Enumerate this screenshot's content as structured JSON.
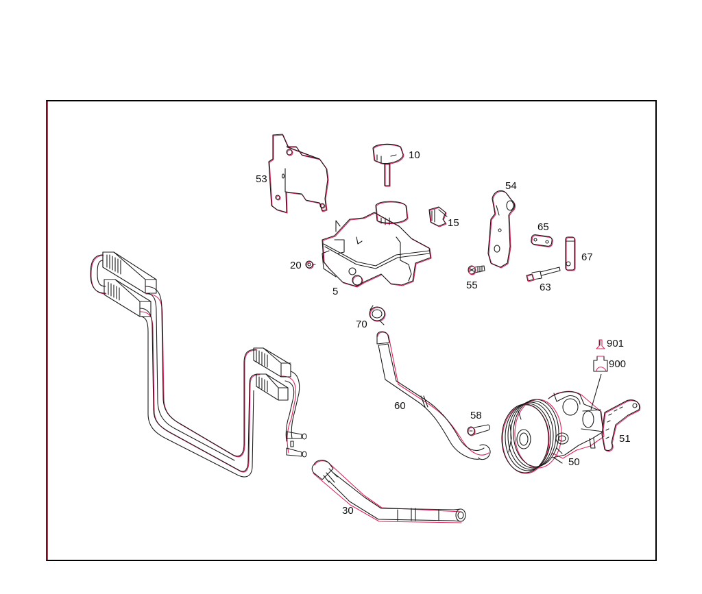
{
  "diagram": {
    "type": "exploded-parts-diagram",
    "subject": "power steering pump, reservoir and lines",
    "colors": {
      "line_primary": "#1a1a1a",
      "line_offset": "#e0245a",
      "frame_left": "#7a0a1e",
      "frame": "#000000",
      "background": "#ffffff"
    },
    "parts": [
      {
        "id": "p5",
        "label": "5",
        "name": "reservoir"
      },
      {
        "id": "p10",
        "label": "10",
        "name": "reservoir cap with dipstick"
      },
      {
        "id": "p15",
        "label": "15",
        "name": "clip"
      },
      {
        "id": "p20",
        "label": "20",
        "name": "nut"
      },
      {
        "id": "p30",
        "label": "30",
        "name": "return hose"
      },
      {
        "id": "p50",
        "label": "50",
        "name": "power steering pump"
      },
      {
        "id": "p51",
        "label": "51",
        "name": "bracket"
      },
      {
        "id": "p53",
        "label": "53",
        "name": "reservoir bracket"
      },
      {
        "id": "p54",
        "label": "54",
        "name": "bracket"
      },
      {
        "id": "p55",
        "label": "55",
        "name": "screw"
      },
      {
        "id": "p58",
        "label": "58",
        "name": "bolt"
      },
      {
        "id": "p60",
        "label": "60",
        "name": "suction hose"
      },
      {
        "id": "p63",
        "label": "63",
        "name": "stud bolt"
      },
      {
        "id": "p65",
        "label": "65",
        "name": "plate"
      },
      {
        "id": "p67",
        "label": "67",
        "name": "spacer"
      },
      {
        "id": "p70",
        "label": "70",
        "name": "hose clamp"
      },
      {
        "id": "p900",
        "label": "900",
        "name": "connector housing"
      },
      {
        "id": "p901",
        "label": "901",
        "name": "contact"
      },
      {
        "id": "cooler",
        "label": "",
        "name": "oil cooler lines"
      }
    ],
    "labels": {
      "l5": "5",
      "l10": "10",
      "l15": "15",
      "l20": "20",
      "l30": "30",
      "l50": "50",
      "l51": "51",
      "l53": "53",
      "l54": "54",
      "l55": "55",
      "l58": "58",
      "l60": "60",
      "l63": "63",
      "l65": "65",
      "l67": "67",
      "l70": "70",
      "l900": "900",
      "l901": "901"
    }
  }
}
